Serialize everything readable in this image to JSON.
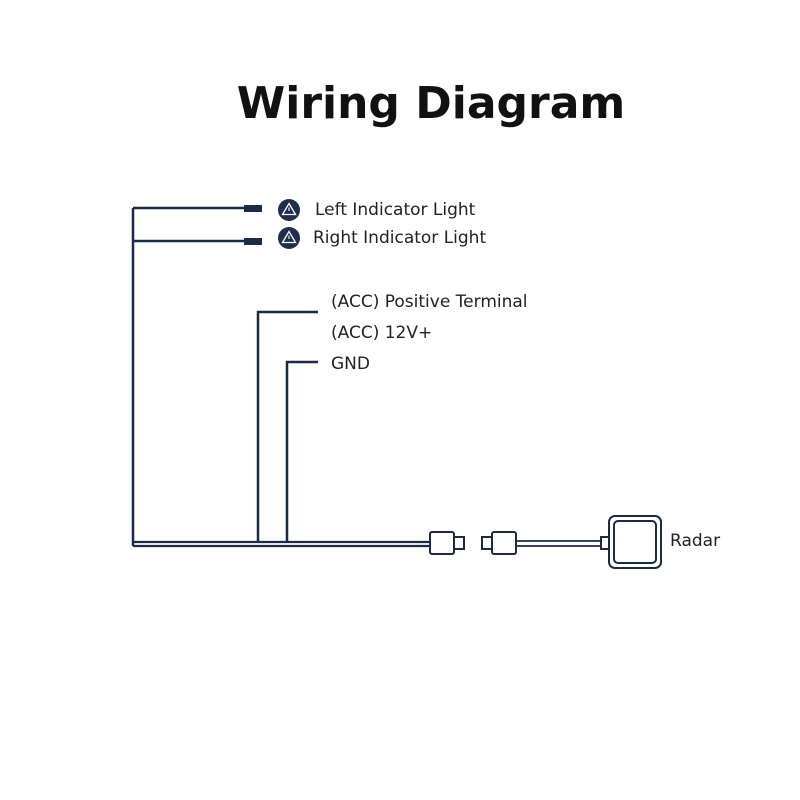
{
  "title": "Wiring Diagram",
  "colors": {
    "wire": "#1c2a46",
    "icon_bg": "#1f2d4f",
    "text": "#222222"
  },
  "indicators": [
    {
      "label": "Left Indicator Light",
      "icon": "warning-triangle-icon"
    },
    {
      "label": "Right Indicator Light",
      "icon": "warning-triangle-icon"
    }
  ],
  "power": {
    "acc_positive": "(ACC) Positive Terminal",
    "acc_voltage": "(ACC) 12V+",
    "ground": "GND"
  },
  "device": {
    "label": "Radar"
  }
}
